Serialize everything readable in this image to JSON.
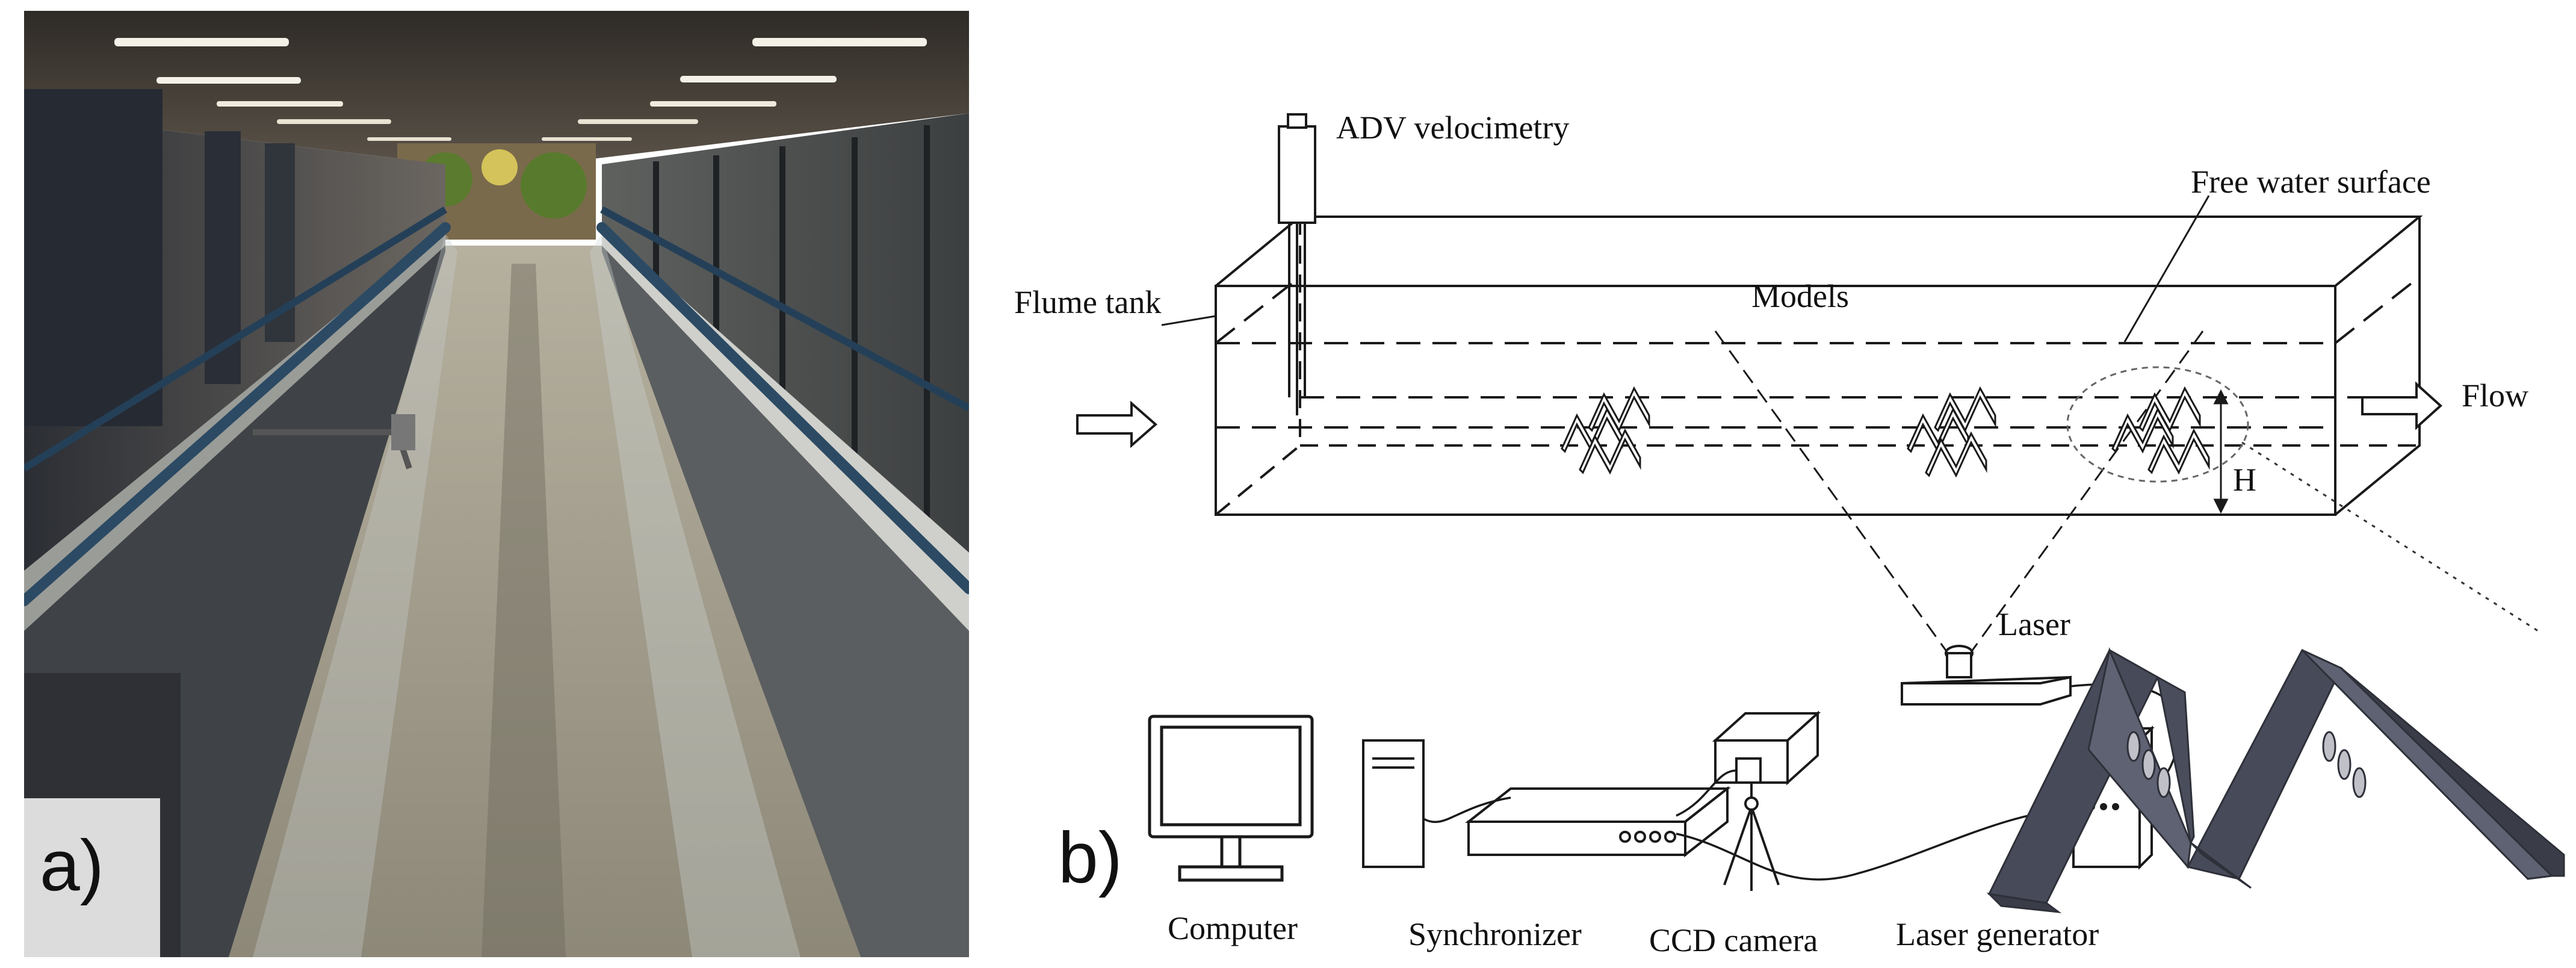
{
  "panels": {
    "a": {
      "letter": "a)"
    },
    "b": {
      "letter": "b)"
    }
  },
  "labels": {
    "adv": "ADV velocimetry",
    "free_surface": "Free water surface",
    "flume_tank": "Flume tank",
    "models": "Models",
    "flow": "Flow",
    "h": "H",
    "laser": "Laser",
    "computer": "Computer",
    "synchronizer": "Synchronizer",
    "ccd": "CCD camera",
    "laser_gen": "Laser generator"
  },
  "colors": {
    "line": "#1a1a1a",
    "model_fill": "#5e6272",
    "model_dark": "#3e4150",
    "photo_floor": "#8a867c",
    "photo_ceiling": "#3a3530"
  }
}
